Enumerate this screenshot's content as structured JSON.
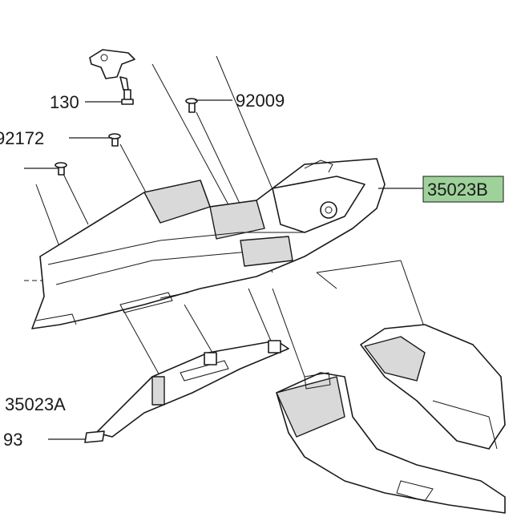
{
  "diagram": {
    "highlight_color": "#9ed29a",
    "callouts": [
      {
        "id": "130",
        "text": "130"
      },
      {
        "id": "92009",
        "text": "92009"
      },
      {
        "id": "92172",
        "text": "92172"
      },
      {
        "id": "35023B",
        "text": "35023B",
        "highlighted": true
      },
      {
        "id": "35023A",
        "text": "35023A"
      },
      {
        "id": "93",
        "text": "93"
      }
    ]
  }
}
